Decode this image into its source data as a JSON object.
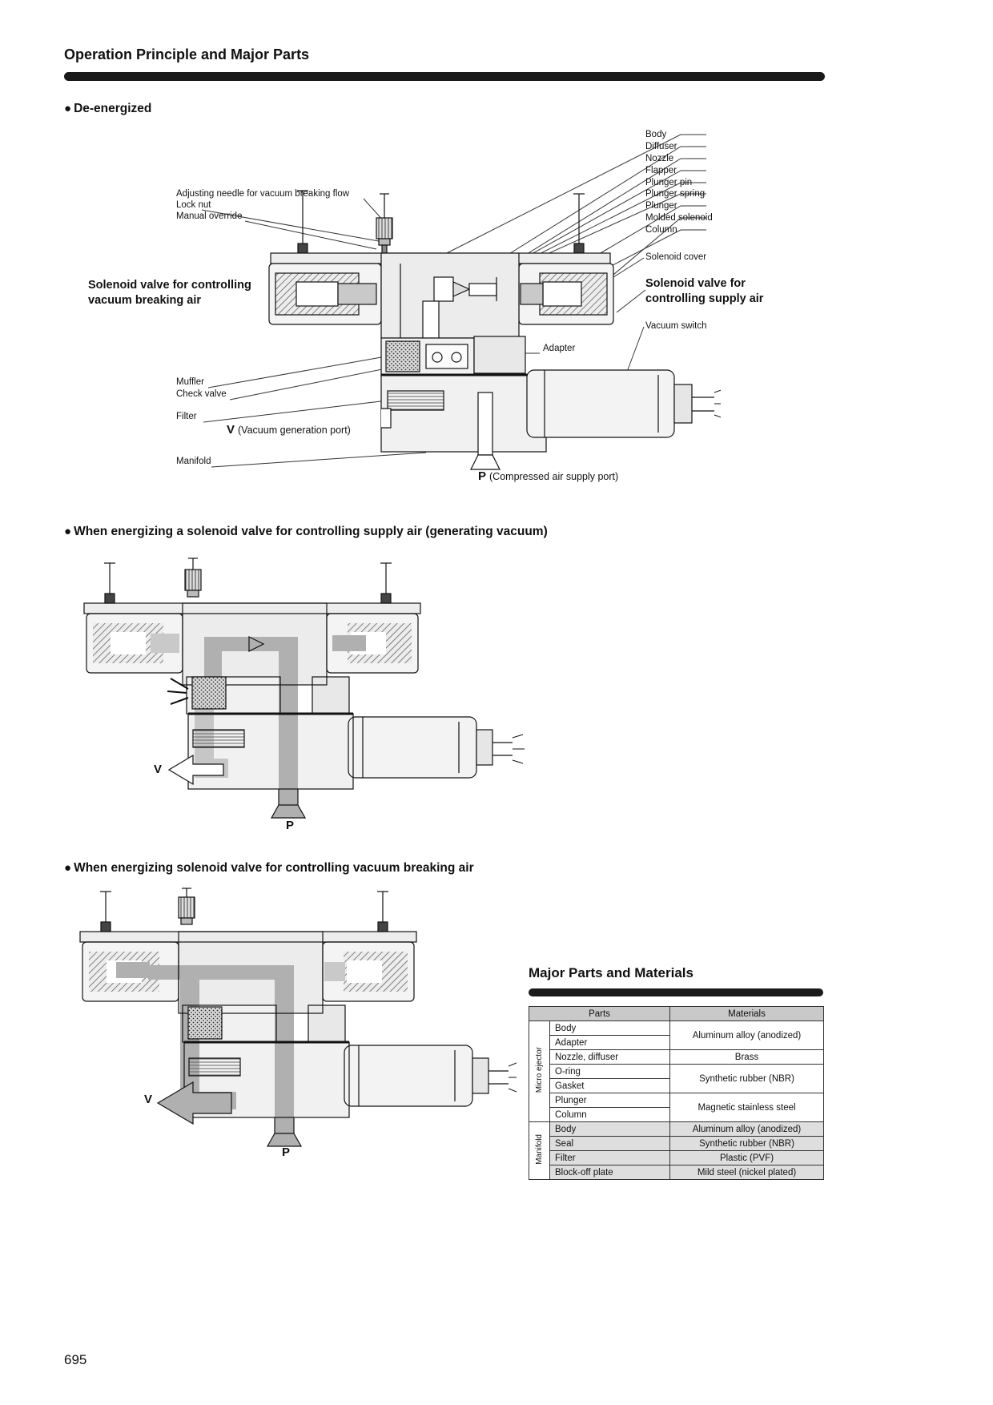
{
  "page": {
    "title": "Operation Principle and Major Parts",
    "number": "695",
    "bullet": "●"
  },
  "sections": {
    "s1": "De-energized",
    "s2": "When energizing a solenoid valve for controlling supply air (generating vacuum)",
    "s3": "When energizing solenoid valve for controlling vacuum breaking air"
  },
  "d1": {
    "labels_right": [
      "Body",
      "Diffuser",
      "Nozzle",
      "Flapper",
      "Plunger pin",
      "Plunger spring",
      "Plunger",
      "Molded solenoid",
      "Column"
    ],
    "solenoid_cover": "Solenoid cover",
    "vacuum_switch": "Vacuum switch",
    "adjusting_needle": "Adjusting needle for vacuum breaking flow",
    "lock_nut": "Lock nut",
    "manual_override": "Manual override",
    "valve_left": "Solenoid valve for controlling vacuum breaking air",
    "valve_right": "Solenoid valve for controlling supply air",
    "adapter": "Adapter",
    "muffler": "Muffler",
    "check_valve": "Check valve",
    "filter": "Filter",
    "manifold": "Manifold",
    "v": "V",
    "v_desc": "(Vacuum generation port)",
    "p": "P",
    "p_desc": "(Compressed air supply port)"
  },
  "d2": {
    "v": "V",
    "p": "P"
  },
  "d3": {
    "v": "V",
    "p": "P"
  },
  "table": {
    "title": "Major Parts and Materials",
    "col_parts": "Parts",
    "col_materials": "Materials",
    "micro_ejector": "Micro ejector",
    "manifold": "Manifold",
    "me_parts": [
      "Body",
      "Adapter",
      "Nozzle, diffuser",
      "O-ring",
      "Gasket",
      "Plunger",
      "Column"
    ],
    "me_mat_0": "Aluminum alloy (anodized)",
    "me_mat_1": "Brass",
    "me_mat_2": "Synthetic rubber (NBR)",
    "me_mat_3": "Magnetic stainless steel",
    "mf_parts": [
      "Body",
      "Seal",
      "Filter",
      "Block-off plate"
    ],
    "mf_materials": [
      "Aluminum alloy (anodized)",
      "Synthetic rubber (NBR)",
      "Plastic (PVF)",
      "Mild steel (nickel plated)"
    ]
  }
}
